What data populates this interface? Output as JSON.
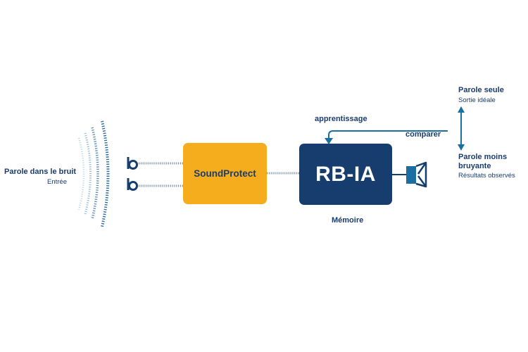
{
  "input": {
    "title": "Parole dans le bruit",
    "subtitle": "Entrée"
  },
  "soundprotect": {
    "label": "SoundProtect"
  },
  "rbia": {
    "label": "RB-IA"
  },
  "memory": {
    "label": "Mémoire"
  },
  "learning": {
    "label": "apprentissage"
  },
  "compare": {
    "label": "comparer"
  },
  "target": {
    "title": "Parole seule",
    "subtitle": "Sortie idéale"
  },
  "observed": {
    "title_line1": "Parole moins",
    "title_line2": "bruyante",
    "subtitle": "Résultats observés"
  },
  "colors": {
    "navy": "#163d6e",
    "accent_blue": "#1a6fa0",
    "orange": "#f6ad1d",
    "wave_light": "#bcd3e6",
    "wave_mid": "#6e9cc4"
  },
  "icons": [
    "sound-wave-icon",
    "microphone-icon",
    "speaker-icon",
    "double-arrow-icon"
  ]
}
